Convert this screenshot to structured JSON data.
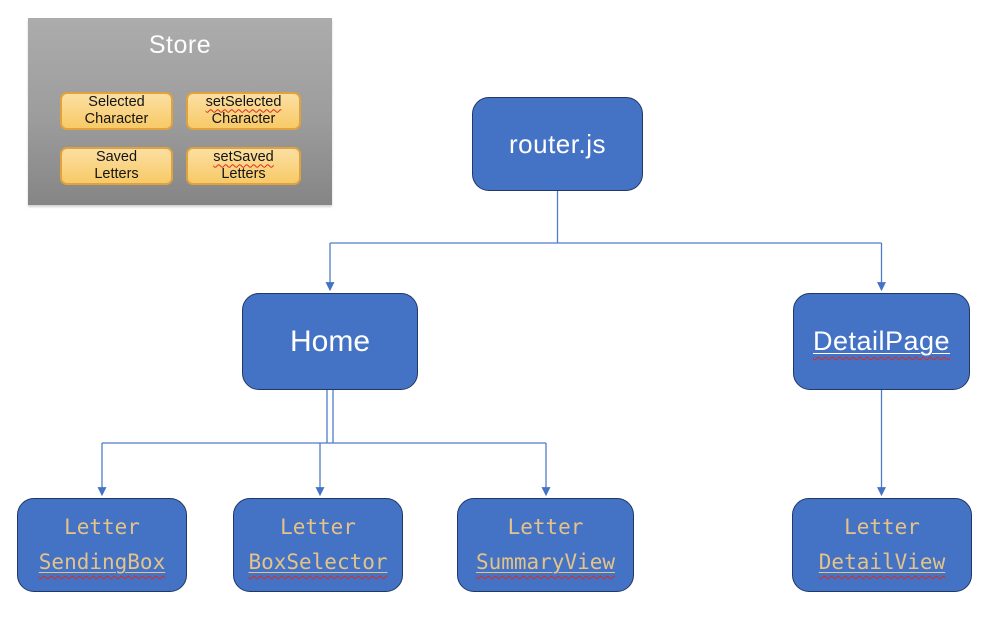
{
  "diagram": {
    "store": {
      "title": "Store",
      "items": [
        {
          "line1": "Selected",
          "line2": "Character"
        },
        {
          "line1": "setSelected",
          "line2": "Character"
        },
        {
          "line1": "Saved",
          "line2": "Letters"
        },
        {
          "line1": "setSaved",
          "line2": "Letters"
        }
      ]
    },
    "nodes": [
      {
        "id": "router",
        "label": "router.js"
      },
      {
        "id": "home",
        "label": "Home"
      },
      {
        "id": "detail-page",
        "label": "DetailPage"
      },
      {
        "id": "letter-sending-box",
        "line1": "Letter",
        "line2": "SendingBox"
      },
      {
        "id": "letter-box-selector",
        "line1": "Letter",
        "line2": "BoxSelector"
      },
      {
        "id": "letter-summary-view",
        "line1": "Letter",
        "line2": "SummaryView"
      },
      {
        "id": "letter-detail-view",
        "line1": "Letter",
        "line2": "DetailView"
      }
    ],
    "edges": [
      {
        "from": "router.js",
        "to": "Home"
      },
      {
        "from": "router.js",
        "to": "DetailPage"
      },
      {
        "from": "Home",
        "to": "LetterSendingBox"
      },
      {
        "from": "Home",
        "to": "LetterBoxSelector"
      },
      {
        "from": "Home",
        "to": "LetterSummaryView"
      },
      {
        "from": "DetailPage",
        "to": "LetterDetailView"
      }
    ],
    "colors": {
      "node_fill": "#4472C4",
      "node_border": "#203864",
      "node_text": "#FFFFFF",
      "code_text": "#E4C389",
      "connector": "#4F7CC9",
      "store_bg_top": "#ACACAC",
      "store_bg_bottom": "#858585",
      "store_item_fill_top": "#FBDFA2",
      "store_item_fill_bottom": "#F8CA67",
      "store_item_border": "#E0A23E",
      "spellcheck_red": "#E02B1C"
    }
  }
}
